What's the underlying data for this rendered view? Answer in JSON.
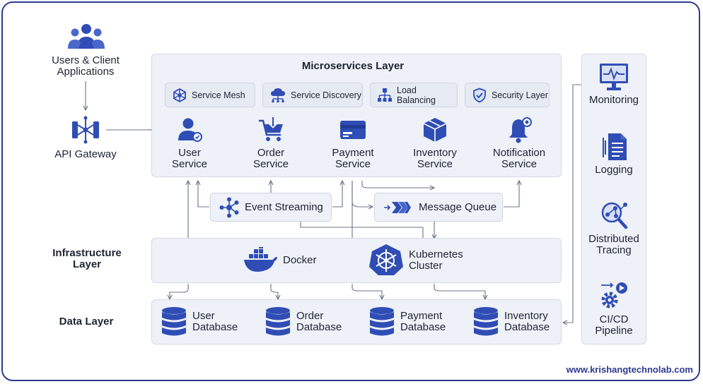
{
  "clients": {
    "label_line1": "Users & Client",
    "label_line2": "Applications"
  },
  "gateway": {
    "label": "API Gateway"
  },
  "microservices": {
    "title": "Microservices Layer",
    "chips": [
      {
        "label": "Service Mesh",
        "icon": "service-mesh-icon"
      },
      {
        "label": "Service Discovery",
        "icon": "cloud-network-icon"
      },
      {
        "label": "Load Balancing",
        "icon": "hierarchy-icon"
      },
      {
        "label": "Security Layer",
        "icon": "shield-icon"
      }
    ],
    "services": [
      {
        "line1": "User",
        "line2": "Service",
        "icon": "user-icon"
      },
      {
        "line1": "Order",
        "line2": "Service",
        "icon": "cart-icon"
      },
      {
        "line1": "Payment",
        "line2": "Service",
        "icon": "card-icon"
      },
      {
        "line1": "Inventory",
        "line2": "Service",
        "icon": "box-icon"
      },
      {
        "line1": "Notification",
        "line2": "Service",
        "icon": "bell-icon"
      }
    ]
  },
  "messaging": {
    "event_streaming": "Event Streaming",
    "message_queue": "Message Queue"
  },
  "infrastructure": {
    "label_line1": "Infrastructure",
    "label_line2": "Layer",
    "docker": "Docker",
    "kubernetes_line1": "Kubernetes",
    "kubernetes_line2": "Cluster"
  },
  "data_layer": {
    "label": "Data Layer",
    "databases": [
      {
        "line1": "User",
        "line2": "Database"
      },
      {
        "line1": "Order",
        "line2": "Database"
      },
      {
        "line1": "Payment",
        "line2": "Database"
      },
      {
        "line1": "Inventory",
        "line2": "Database"
      }
    ]
  },
  "observability": [
    {
      "line1": "Monitoring",
      "line2": "",
      "icon": "monitor-icon"
    },
    {
      "line1": "Logging",
      "line2": "",
      "icon": "document-icon"
    },
    {
      "line1": "Distributed",
      "line2": "Tracing",
      "icon": "tracing-icon"
    },
    {
      "line1": "CI/CD",
      "line2": "Pipeline",
      "icon": "gear-icon"
    }
  ],
  "footer": {
    "website": "www.krishangtechnolab.com"
  },
  "colors": {
    "icon_blue": "#2f4db5",
    "border_navy": "#2f3a8f",
    "panel_bg": "#eef1f7",
    "wire": "#6b7488"
  }
}
